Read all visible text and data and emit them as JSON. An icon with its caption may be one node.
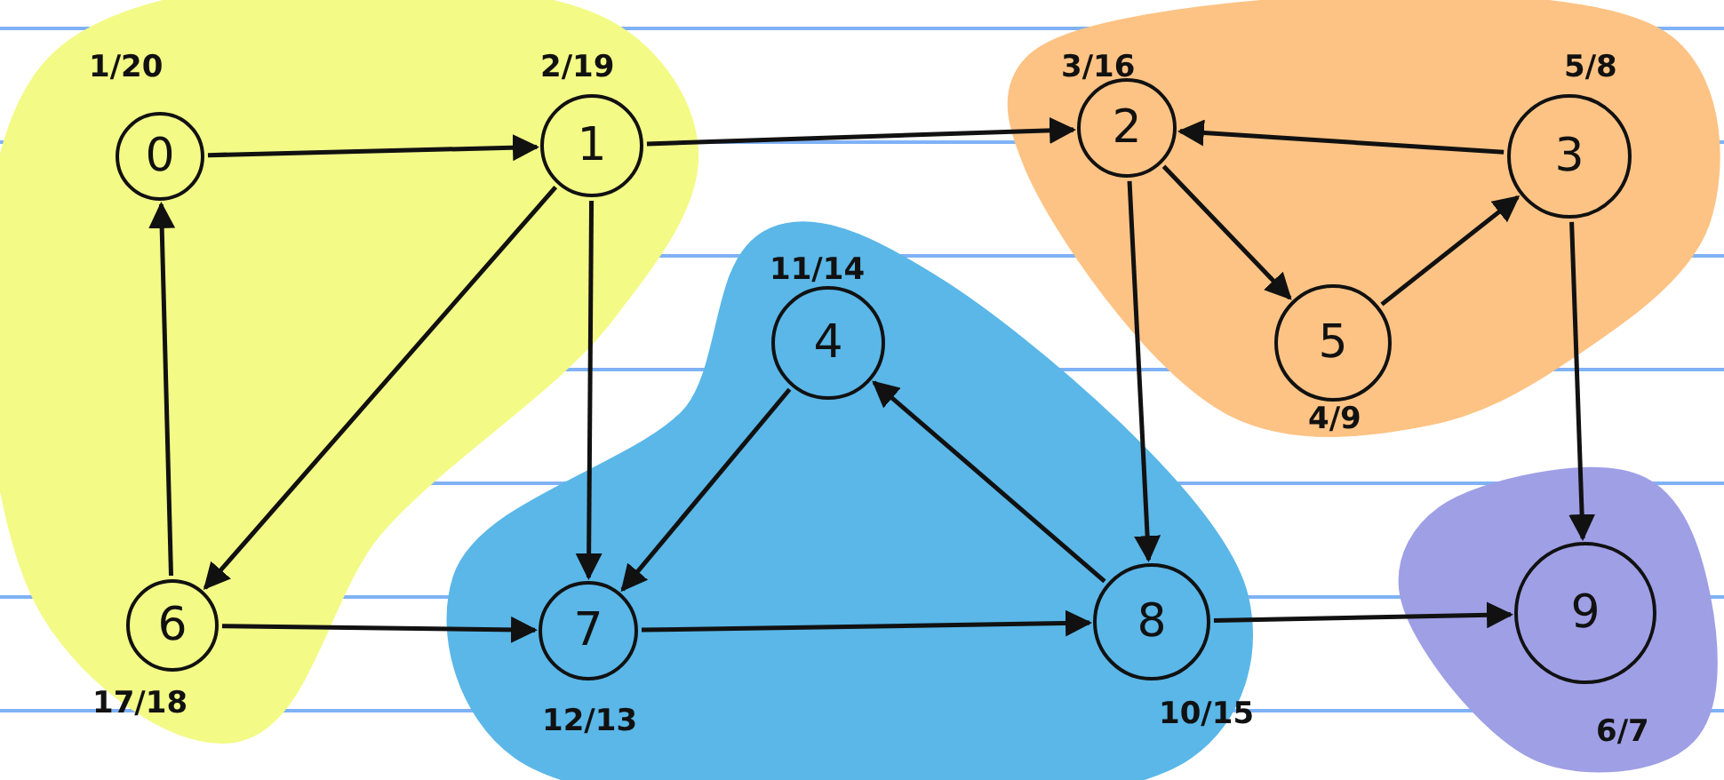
{
  "diagram": {
    "nodes": [
      {
        "text": [],
        "shape": "cloud"
      },
      {
        "text": [
          "0"
        ],
        "in": 0,
        "beside": [
          "1/20"
        ]
      },
      {
        "text": [
          "1"
        ],
        "in": 0,
        "beside": [
          "2/19"
        ]
      },
      {
        "text": [
          "6"
        ],
        "in": 0,
        "beside": [
          "17/18"
        ]
      },
      {
        "text": [],
        "shape": "cloud"
      },
      {
        "text": [
          "2"
        ],
        "in": 4,
        "beside": [
          "3/16"
        ]
      },
      {
        "text": [
          "3"
        ],
        "in": 4,
        "beside": [
          "5/8"
        ]
      },
      {
        "text": [
          "5"
        ],
        "in": 4,
        "beside": [
          "4/9"
        ]
      },
      {
        "text": [],
        "shape": "cloud"
      },
      {
        "text": [
          "4"
        ],
        "in": 8,
        "beside": [
          "11/14"
        ]
      },
      {
        "text": [
          "7"
        ],
        "in": 8,
        "beside": [
          "12/13"
        ]
      },
      {
        "text": [
          "8"
        ],
        "in": 8,
        "beside": [
          "10/15"
        ]
      },
      {
        "text": [],
        "shape": "cloud"
      },
      {
        "text": [
          "9"
        ],
        "in": 12,
        "beside": [
          "6/7"
        ]
      }
    ],
    "edges": [
      {
        "from": 1,
        "to": 2,
        "arrow": "to"
      },
      {
        "from": 2,
        "to": 5,
        "arrow": "to"
      },
      {
        "from": 2,
        "to": 3,
        "arrow": "to"
      },
      {
        "from": 2,
        "to": 10,
        "arrow": "to"
      },
      {
        "from": 3,
        "to": 1,
        "arrow": "to"
      },
      {
        "from": 3,
        "to": 10,
        "arrow": "to"
      },
      {
        "from": 9,
        "to": 10,
        "arrow": "to"
      },
      {
        "from": 10,
        "to": 11,
        "arrow": "to"
      },
      {
        "from": 11,
        "to": 9,
        "arrow": "to"
      },
      {
        "from": 5,
        "to": 7,
        "arrow": "to"
      },
      {
        "from": 7,
        "to": 6,
        "arrow": "to"
      },
      {
        "from": 6,
        "to": 5,
        "arrow": "to"
      },
      {
        "from": 5,
        "to": 11,
        "arrow": "to"
      },
      {
        "from": 6,
        "to": 13,
        "arrow": "to"
      },
      {
        "from": 11,
        "to": 13,
        "arrow": "to"
      }
    ]
  }
}
